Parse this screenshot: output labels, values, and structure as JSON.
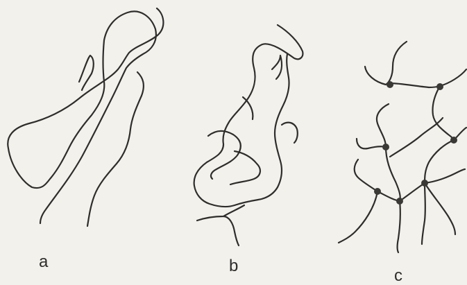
{
  "panels": [
    {
      "id": "a",
      "label": "a"
    },
    {
      "id": "b",
      "label": "b"
    },
    {
      "id": "c",
      "label": "c"
    }
  ],
  "colors": {
    "ink": "#2e2d2b",
    "paper": "#f3f1ec"
  }
}
